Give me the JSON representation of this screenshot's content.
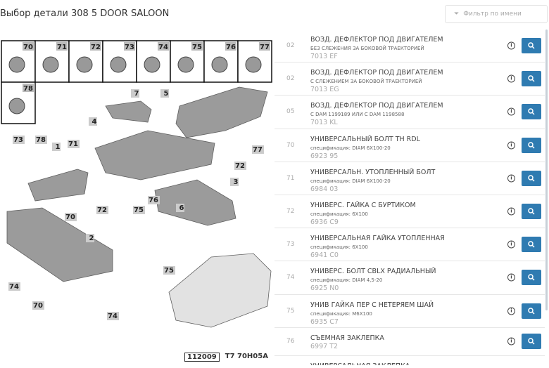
{
  "header": {
    "title": "Выбор детали 308 5 DOOR SALOON",
    "filter_placeholder": "Фильтр по имени"
  },
  "diagram": {
    "thumb_labels": [
      "70",
      "71",
      "72",
      "73",
      "74",
      "75",
      "76",
      "77",
      "78"
    ],
    "callouts": [
      "7",
      "5",
      "4",
      "1",
      "73",
      "78",
      "71",
      "77",
      "72",
      "72",
      "75",
      "76",
      "3",
      "6",
      "70",
      "2",
      "75",
      "74",
      "70",
      "74"
    ],
    "ref_code": "112009",
    "ref_name": "T7 70H05A"
  },
  "parts": [
    {
      "num": "02",
      "name": "ВОЗД. ДЕФЛЕКТОР ПОД ДВИГАТЕЛЕМ",
      "spec": "БЕЗ СЛЕЖЕНИЯ ЗА БОКОВОЙ ТРАЕКТОРИЕЙ",
      "code": "7013 EF"
    },
    {
      "num": "02",
      "name": "ВОЗД. ДЕФЛЕКТОР ПОД ДВИГАТЕЛЕМ",
      "spec": "С СЛЕЖЕНИЕМ ЗА БОКОВОЙ ТРАЕКТОРИЕЙ",
      "code": "7013 EG"
    },
    {
      "num": "05",
      "name": "ВОЗД. ДЕФЛЕКТОР ПОД ДВИГАТЕЛЕМ",
      "spec": "С DAM 1199189 ИЛИ С DAM 1198588",
      "code": "7013 KL"
    },
    {
      "num": "70",
      "name": "УНИВЕРСАЛЬНЫЙ БОЛТ TH RDL",
      "spec": "спецификация: DIAM 6X100-20",
      "code": "6923 95"
    },
    {
      "num": "71",
      "name": "УНИВЕРСАЛЬН. УТОПЛЕННЫЙ БОЛТ",
      "spec": "спецификация: DIAM 6X100-20",
      "code": "6984 03"
    },
    {
      "num": "72",
      "name": "УНИВЕРС. ГАЙКА С БУРТИКОМ",
      "spec": "спецификация: 6X100",
      "code": "6936 C9"
    },
    {
      "num": "73",
      "name": "УНИВЕРСАЛЬНАЯ ГАЙКА УТОПЛЕННАЯ",
      "spec": "спецификация: 6X100",
      "code": "6941 C0"
    },
    {
      "num": "74",
      "name": "УНИВЕРС. БОЛТ CBLX РАДИАЛЬНЫЙ",
      "spec": "спецификация: DIAM 4,5-20",
      "code": "6925 N0"
    },
    {
      "num": "75",
      "name": "УНИВ ГАЙКА ПЕР С НЕТЕРЯЕМ ШАЙ",
      "spec": "спецификация: M6X100",
      "code": "6935 C7"
    },
    {
      "num": "76",
      "name": "СЪЕМНАЯ ЗАКЛЕПКА",
      "spec": "",
      "code": "6997 T2"
    },
    {
      "num": "",
      "name": "УНИВЕРСАЛЬНАЯ ЗАКЛЕПКА",
      "spec": "",
      "code": ""
    }
  ],
  "colors": {
    "accent": "#2f7bb1"
  }
}
